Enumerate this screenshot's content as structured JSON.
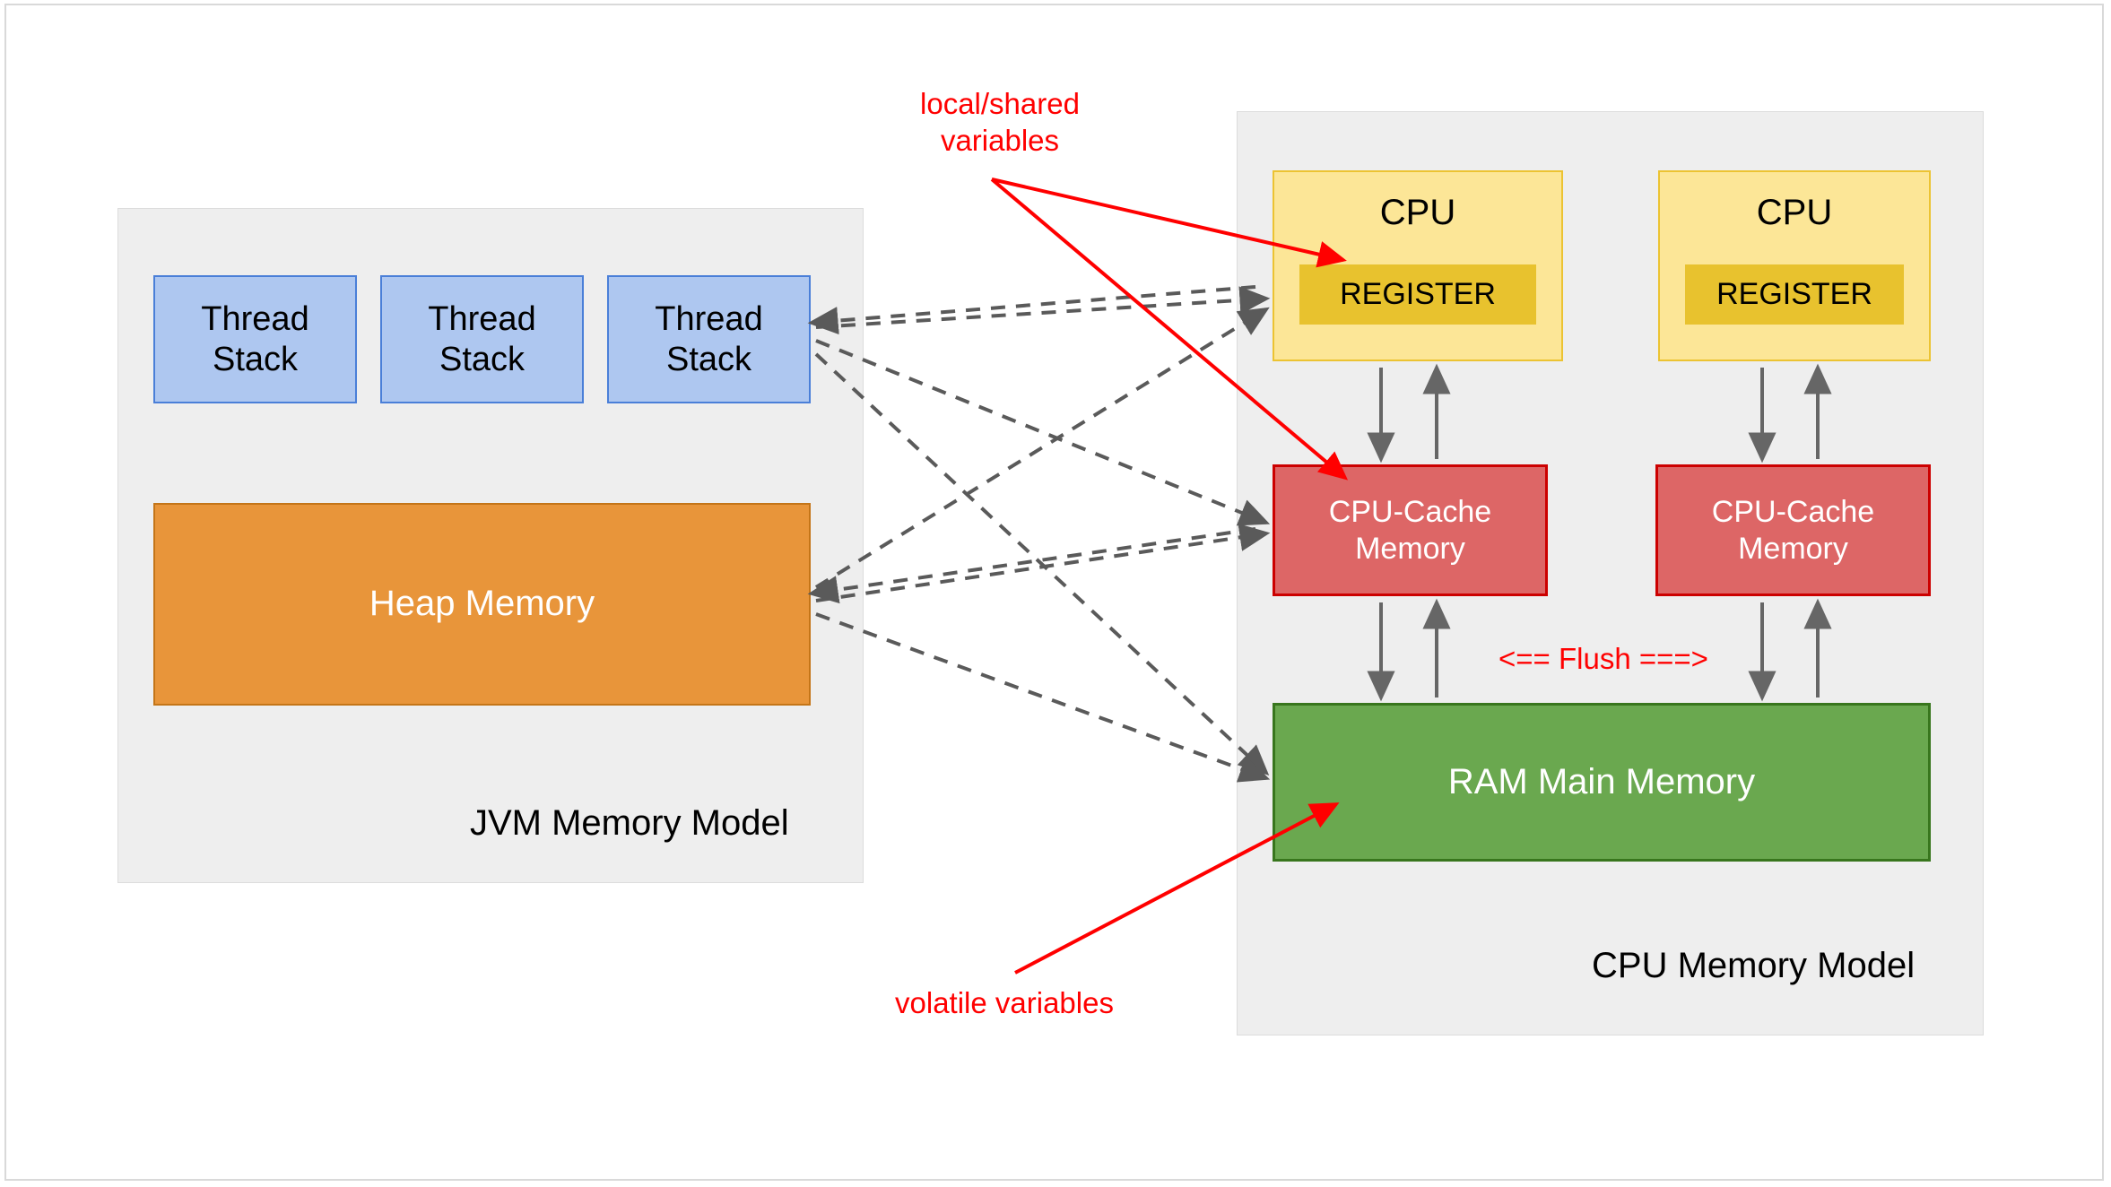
{
  "diagram": {
    "title": "JVM Memory Model and CPU Memory Model",
    "colors": {
      "panel_bg": "#eeeeee",
      "thread_stack": "#aec7f0",
      "thread_stack_border": "#4a7fd8",
      "heap": "#e8953a",
      "heap_border": "#c47518",
      "cpu": "#fce697",
      "cpu_border": "#ecc332",
      "register": "#e8c22e",
      "cache": "#dd6666",
      "cache_border": "#cc0000",
      "ram": "#6aa84f",
      "ram_border": "#38761d",
      "annotation": "#ff0000",
      "arrow_dashed": "#5a5a5a",
      "arrow_solid": "#666666"
    }
  },
  "jvm_panel": {
    "label": "JVM Memory Model",
    "thread_stacks": [
      {
        "label": "Thread\nStack"
      },
      {
        "label": "Thread\nStack"
      },
      {
        "label": "Thread\nStack"
      }
    ],
    "heap": {
      "label": "Heap Memory"
    }
  },
  "cpu_panel": {
    "label": "CPU Memory Model",
    "cpus": [
      {
        "label": "CPU",
        "register": {
          "label": "REGISTER"
        },
        "cache": {
          "label": "CPU-Cache\nMemory"
        }
      },
      {
        "label": "CPU",
        "register": {
          "label": "REGISTER"
        },
        "cache": {
          "label": "CPU-Cache\nMemory"
        }
      }
    ],
    "ram": {
      "label": "RAM Main Memory"
    }
  },
  "annotations": {
    "local_shared": "local/shared\nvariables",
    "volatile": "volatile variables",
    "flush": "<== Flush ===>"
  }
}
